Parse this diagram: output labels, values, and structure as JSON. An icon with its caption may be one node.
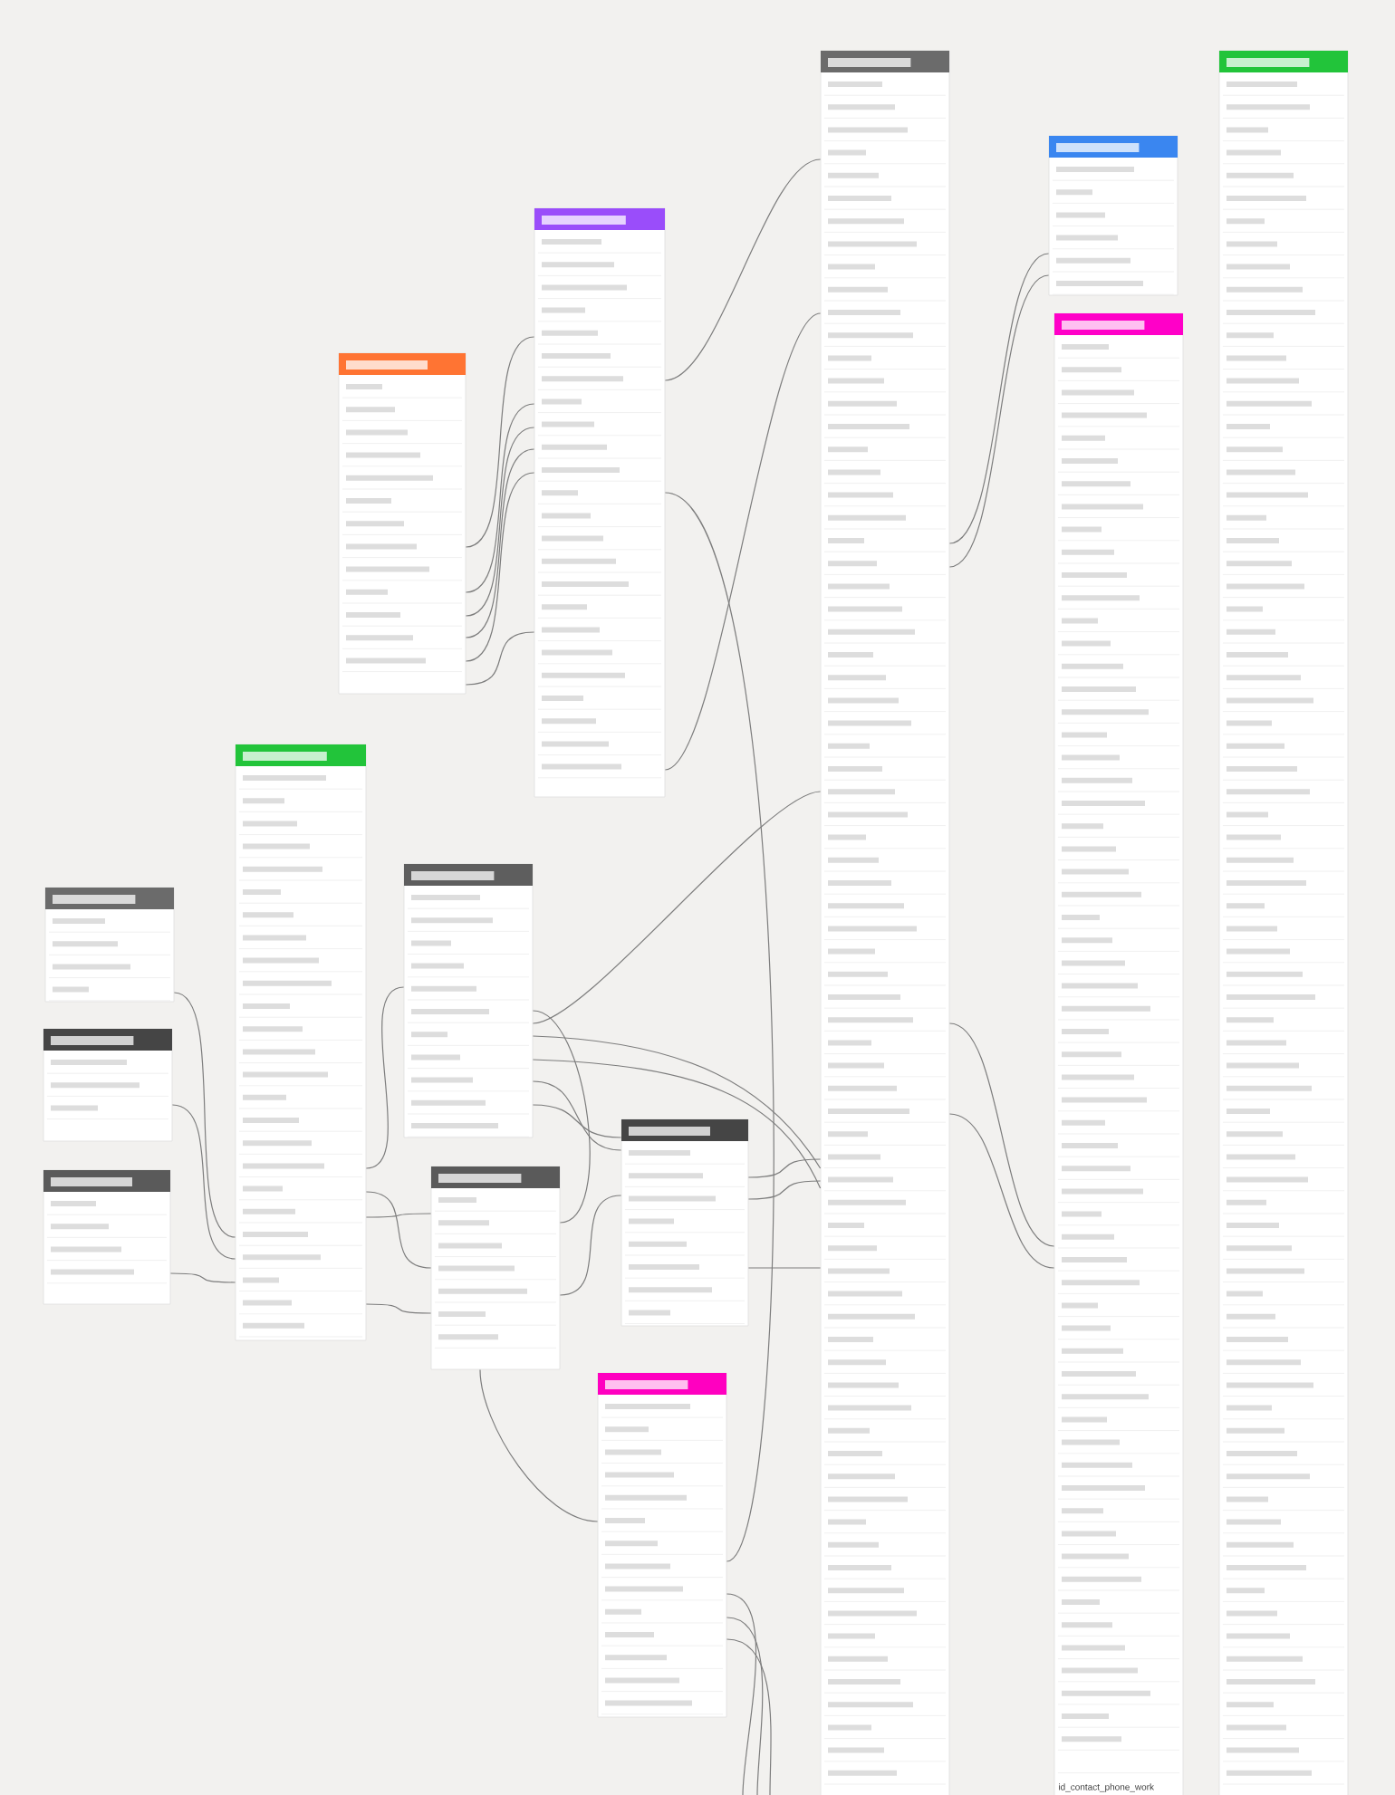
{
  "diagram": {
    "nodes": [
      {
        "text": [],
        "shape": "box"
      },
      {
        "text": [],
        "shape": "box"
      },
      {
        "text": [],
        "shape": "box"
      },
      {
        "text": [],
        "shape": "box"
      },
      {
        "text": [],
        "shape": "box"
      },
      {
        "text": [],
        "shape": "box"
      },
      {
        "text": [],
        "shape": "box"
      },
      {
        "text": [],
        "shape": "box"
      },
      {
        "text": [],
        "shape": "box"
      },
      {
        "text": [],
        "shape": "box"
      },
      {
        "text": [],
        "shape": "box"
      },
      {
        "text": [],
        "shape": "box"
      },
      {
        "text": [
          "id_contact_phone_work"
        ]
      },
      {
        "text": [],
        "shape": "box"
      }
    ],
    "edges": [
      {
        "from": 0,
        "to": 1,
        "arrow": "none"
      },
      {
        "from": 0,
        "to": 1,
        "arrow": "none"
      },
      {
        "from": 0,
        "to": 1,
        "arrow": "none"
      },
      {
        "from": 0,
        "to": 1,
        "arrow": "none"
      },
      {
        "from": 0,
        "to": 1,
        "arrow": "none"
      },
      {
        "from": 0,
        "to": 1,
        "arrow": "none"
      },
      {
        "from": 1,
        "to": 10,
        "arrow": "none"
      },
      {
        "from": 1,
        "to": 9,
        "arrow": "none"
      },
      {
        "from": 1,
        "to": 10,
        "arrow": "none"
      },
      {
        "from": 6,
        "to": 10,
        "arrow": "none"
      },
      {
        "from": 10,
        "to": 11,
        "arrow": "none"
      },
      {
        "from": 10,
        "to": 11,
        "arrow": "none"
      },
      {
        "from": 10,
        "to": 12,
        "arrow": "none"
      },
      {
        "from": 10,
        "to": 12,
        "arrow": "none"
      },
      {
        "from": 3,
        "to": 2,
        "arrow": "none"
      },
      {
        "from": 4,
        "to": 2,
        "arrow": "none"
      },
      {
        "from": 5,
        "to": 2,
        "arrow": "none"
      },
      {
        "from": 2,
        "to": 6,
        "arrow": "none"
      },
      {
        "from": 2,
        "to": 7,
        "arrow": "none"
      },
      {
        "from": 2,
        "to": 7,
        "arrow": "none"
      },
      {
        "from": 2,
        "to": 7,
        "arrow": "none"
      },
      {
        "from": 6,
        "to": 7,
        "arrow": "none"
      },
      {
        "from": 6,
        "to": 10,
        "arrow": "none"
      },
      {
        "from": 6,
        "to": 10,
        "arrow": "none"
      },
      {
        "from": 6,
        "to": 8,
        "arrow": "none"
      },
      {
        "from": 6,
        "to": 8,
        "arrow": "none"
      },
      {
        "from": 7,
        "to": 8,
        "arrow": "none"
      },
      {
        "from": 8,
        "to": 10,
        "arrow": "none"
      },
      {
        "from": 8,
        "to": 10,
        "arrow": "none"
      },
      {
        "from": 8,
        "to": 10,
        "arrow": "none"
      },
      {
        "from": 7,
        "to": 9,
        "arrow": "none"
      },
      {
        "from": 9,
        "to": null,
        "arrow": "none"
      },
      {
        "from": 9,
        "to": null,
        "arrow": "none"
      },
      {
        "from": 9,
        "to": null,
        "arrow": "none"
      }
    ]
  }
}
